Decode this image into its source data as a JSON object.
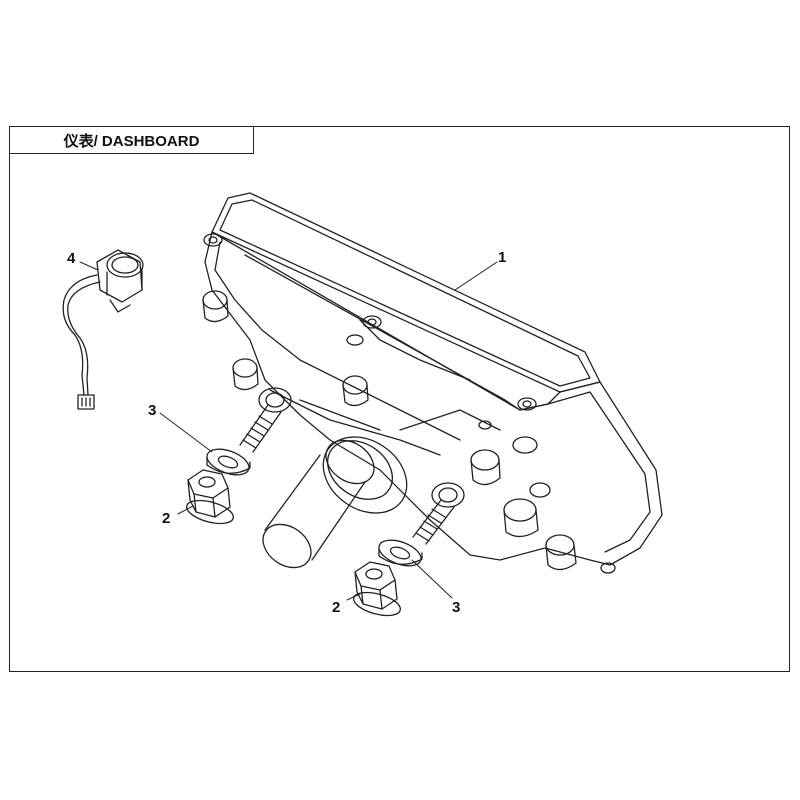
{
  "title": "仪表/ DASHBOARD",
  "callouts": [
    {
      "label": "1",
      "part": "dashboard-instrument-cluster"
    },
    {
      "label": "2",
      "part": "flange-nut-left"
    },
    {
      "label": "2",
      "part": "flange-nut-right"
    },
    {
      "label": "3",
      "part": "washer-left"
    },
    {
      "label": "3",
      "part": "washer-right"
    },
    {
      "label": "4",
      "part": "connector-cap"
    }
  ],
  "colors": {
    "line": "#222222",
    "background": "#ffffff"
  }
}
